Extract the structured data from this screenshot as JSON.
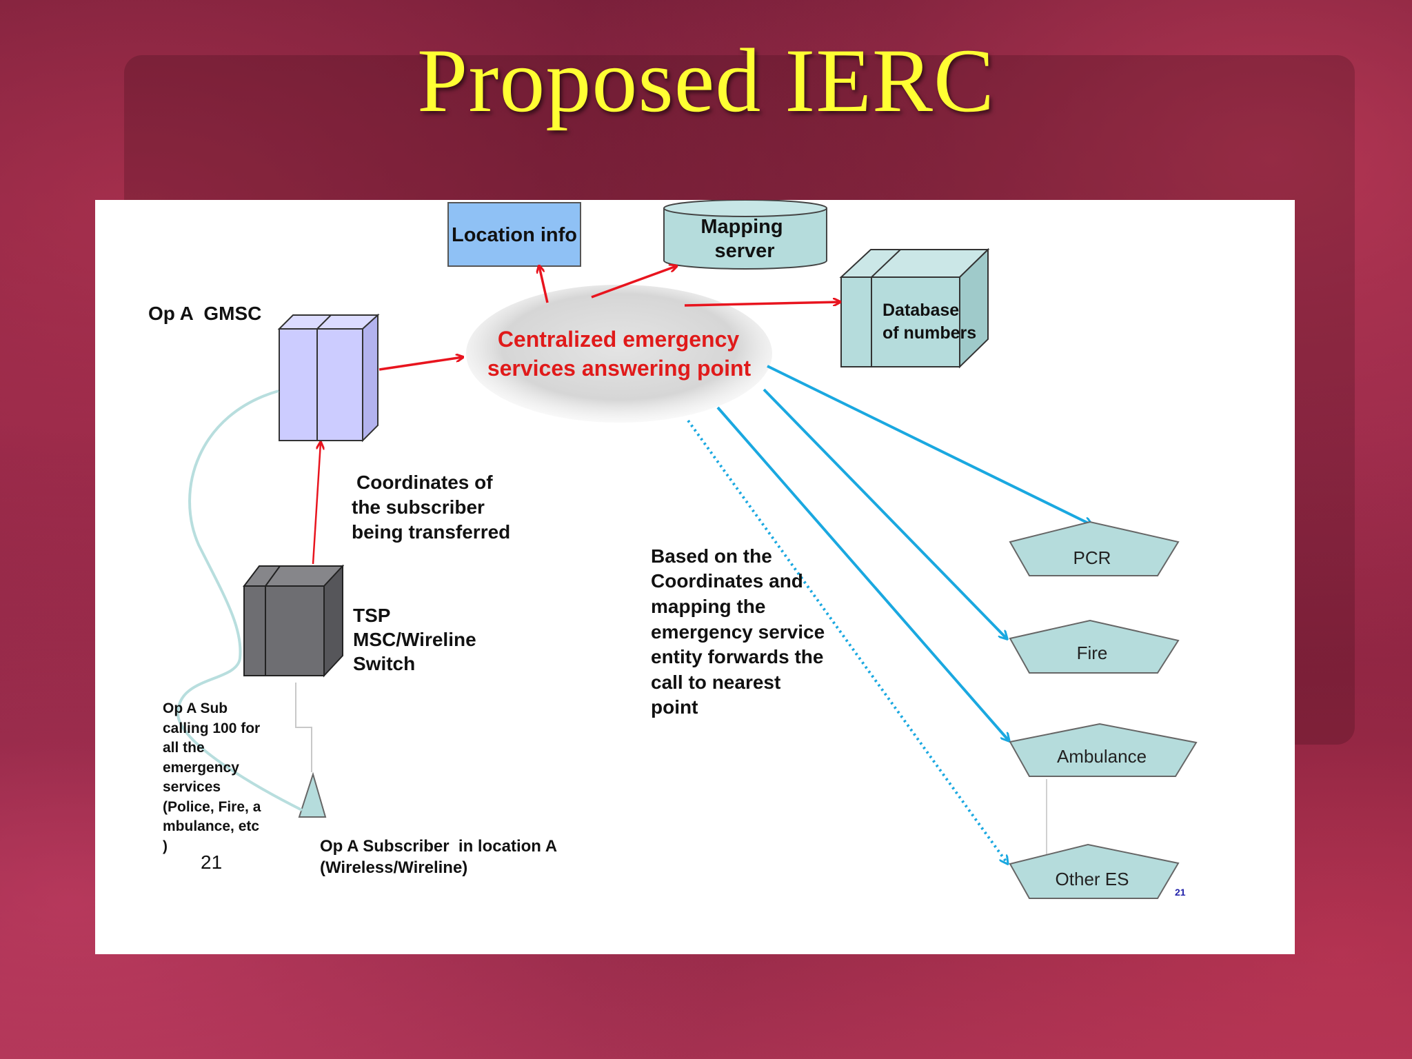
{
  "slide": {
    "title": "Proposed IERC",
    "page_number": "21",
    "corner_number": "21"
  },
  "nodes": {
    "location_info": "Location info",
    "mapping_server": [
      "Mapping",
      "server"
    ],
    "database": [
      "Database",
      "of numbers"
    ],
    "gmsc": "Op A  GMSC",
    "ceap": [
      "Centralized emergency",
      "services answering point"
    ],
    "tsp": [
      "TSP",
      "MSC/Wireline",
      "Switch"
    ],
    "pcr": "PCR",
    "fire": "Fire",
    "ambulance": "Ambulance",
    "other_es": "Other ES"
  },
  "annotations": {
    "coordinates": [
      "Coordinates of",
      "the subscriber",
      "being transferred"
    ],
    "forwarding": [
      "Based on the",
      "Coordinates and",
      "mapping the",
      "emergency service",
      "entity forwards the",
      "call to nearest",
      "point"
    ],
    "sub_calling": [
      "Op A Sub",
      "calling 100 for",
      "all the",
      "emergency",
      "services",
      "(Police, Fire, a",
      "mbulance, etc",
      ")"
    ],
    "subscriber": [
      "Op A Subscriber  in location A",
      "(Wireless/Wireline)"
    ]
  },
  "colors": {
    "title": "#ffff33",
    "red_arrow": "#e8141e",
    "blue_arrow": "#1aa8e0",
    "location_box": "#8fc1f5",
    "teal_fill": "#b5dcdc",
    "gmsc_fill": "#ccccff",
    "tsp_fill": "#6e6e72",
    "ceap_text": "#e01a1a"
  }
}
